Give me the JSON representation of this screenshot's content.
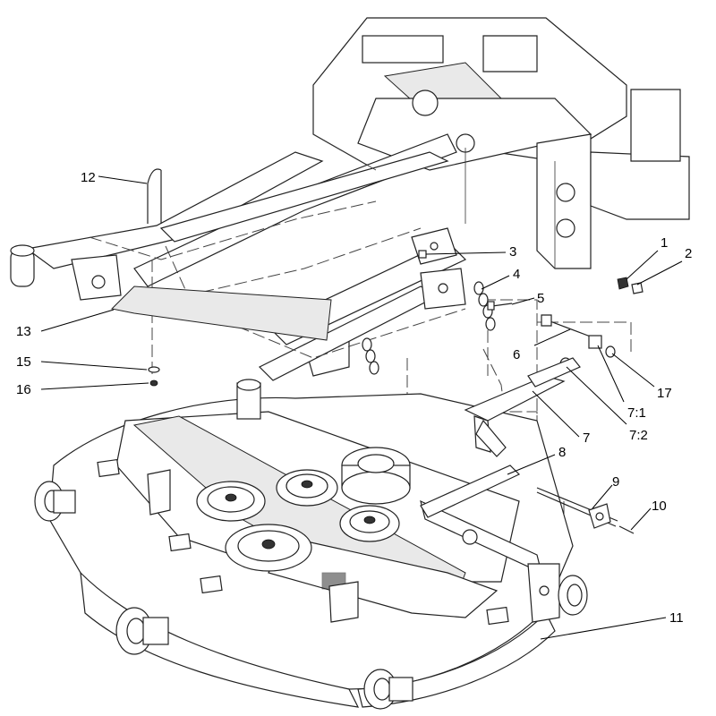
{
  "callouts": [
    {
      "id": "c1",
      "label": "1"
    },
    {
      "id": "c2",
      "label": "2"
    },
    {
      "id": "c3",
      "label": "3"
    },
    {
      "id": "c4",
      "label": "4"
    },
    {
      "id": "c5",
      "label": "5"
    },
    {
      "id": "c6",
      "label": "6"
    },
    {
      "id": "c7",
      "label": "7"
    },
    {
      "id": "c7_1",
      "label": "7:1"
    },
    {
      "id": "c7_2",
      "label": "7:2"
    },
    {
      "id": "c8",
      "label": "8"
    },
    {
      "id": "c9",
      "label": "9"
    },
    {
      "id": "c10",
      "label": "10"
    },
    {
      "id": "c11",
      "label": "11"
    },
    {
      "id": "c12",
      "label": "12"
    },
    {
      "id": "c13",
      "label": "13"
    },
    {
      "id": "c15",
      "label": "15"
    },
    {
      "id": "c16",
      "label": "16"
    },
    {
      "id": "c17",
      "label": "17"
    }
  ]
}
